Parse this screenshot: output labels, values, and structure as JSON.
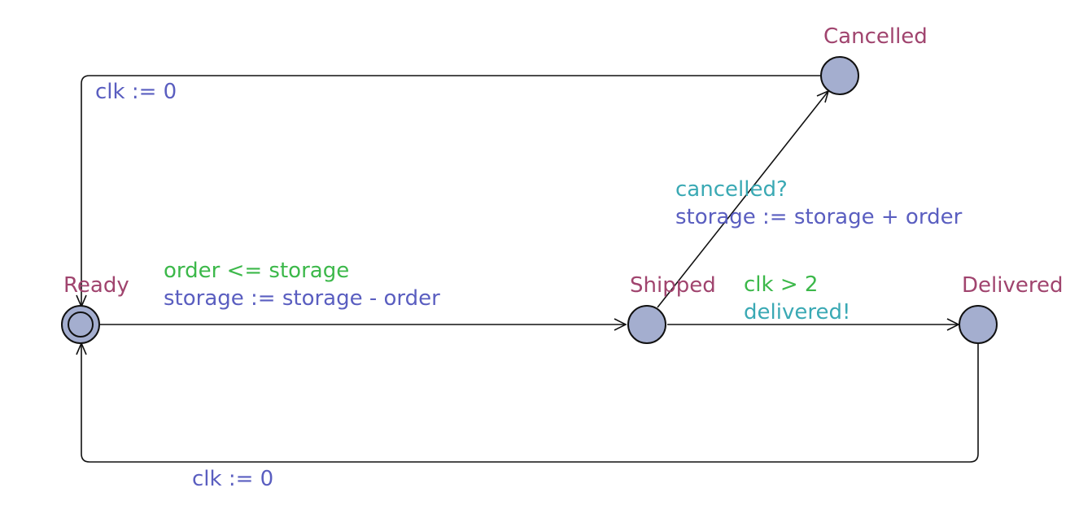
{
  "locations": {
    "ready": {
      "name": "Ready",
      "initial": true
    },
    "shipped": {
      "name": "Shipped",
      "initial": false
    },
    "delivered": {
      "name": "Delivered",
      "initial": false
    },
    "cancelled": {
      "name": "Cancelled",
      "initial": false
    }
  },
  "edges": {
    "ready_to_shipped": {
      "guard": "order <= storage",
      "update": "storage := storage - order"
    },
    "shipped_to_delivered": {
      "guard": "clk > 2",
      "sync": "delivered!"
    },
    "shipped_to_cancelled": {
      "sync": "cancelled?",
      "update": "storage := storage + order"
    },
    "cancelled_to_ready": {
      "update": "clk := 0"
    },
    "delivered_to_ready": {
      "update": "clk := 0"
    }
  },
  "colors": {
    "location_fill": "#a4aecf",
    "location_name": "#a0446e",
    "update": "#5a5ec0",
    "guard": "#3cb84a",
    "sync": "#3aa9b4"
  }
}
